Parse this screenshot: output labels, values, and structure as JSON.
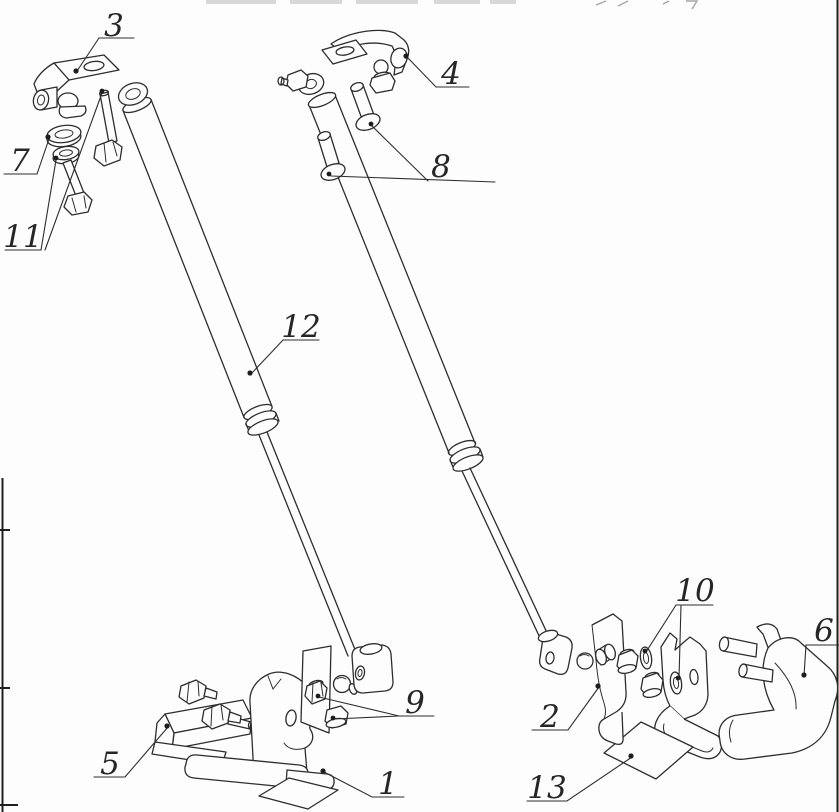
{
  "diagram": {
    "background": "#fdfdfd",
    "line_color": "#2d2d2d",
    "labels": {
      "p1": "1",
      "p2": "2",
      "p3": "3",
      "p4": "4",
      "p5": "5",
      "p6": "6",
      "p7": "7",
      "p8": "8",
      "p9": "9",
      "p10": "10",
      "p11": "11",
      "p12": "12",
      "p13": "13"
    }
  }
}
